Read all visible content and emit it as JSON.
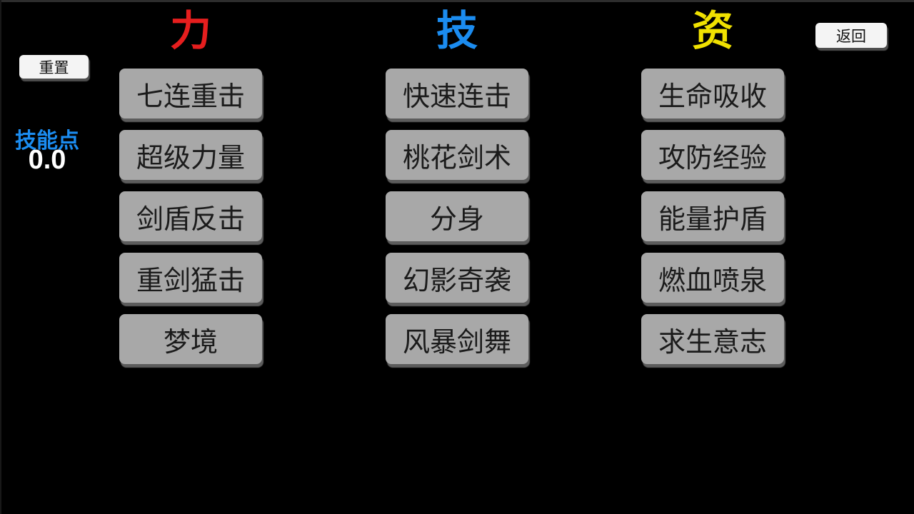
{
  "topbar": {
    "reset_label": "重置",
    "back_label": "返回"
  },
  "skill_points": {
    "label": "技能点",
    "value": "0.0"
  },
  "columns": [
    {
      "header": "力",
      "color": "#e61e1e",
      "skills": [
        "七连重击",
        "超级力量",
        "剑盾反击",
        "重剑猛击",
        "梦境"
      ]
    },
    {
      "header": "技",
      "color": "#1b8cf0",
      "skills": [
        "快速连击",
        "桃花剑术",
        "分身",
        "幻影奇袭",
        "风暴剑舞"
      ]
    },
    {
      "header": "资",
      "color": "#f0e100",
      "skills": [
        "生命吸收",
        "攻防经验",
        "能量护盾",
        "燃血喷泉",
        "求生意志"
      ]
    }
  ],
  "colors": {
    "background": "#000000",
    "skill_button_bg": "#a8a8a8",
    "skill_button_text": "#1b1b1b",
    "action_button_bg": "#f4f4f4",
    "skill_points_label": "#1b8cf0",
    "skill_points_value": "#ffffff"
  }
}
